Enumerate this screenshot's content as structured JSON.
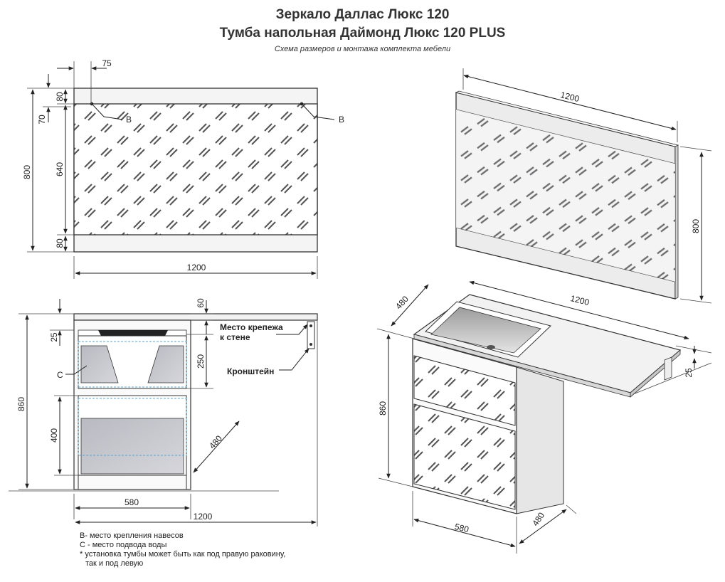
{
  "title1": "Зеркало Даллас Люкс 120",
  "title2": "Тумба напольная Даймонд Люкс 120 PLUS",
  "subtitle": "Схема размеров и монтажа комплекта мебели",
  "mirror_front": {
    "dims": {
      "width": "1200",
      "height": "800",
      "top": "80",
      "bottom": "80",
      "glass": "640",
      "mount_v": "70",
      "mount_h": "75"
    },
    "mount_label": "B"
  },
  "mirror_iso": {
    "width": "1200",
    "height": "800"
  },
  "cabinet_front": {
    "dims": {
      "height": "860",
      "top": "60",
      "gap": "25",
      "drawer1": "250",
      "drawer2": "400",
      "width": "580",
      "total": "1200",
      "depth": "480"
    },
    "water_label": "C",
    "label_mount": [
      "Место крепежа",
      "к стене"
    ],
    "label_bracket": "Кронштейн"
  },
  "cabinet_iso": {
    "depth_top": "480",
    "width_top": "1200",
    "height": "860",
    "thickness": "25",
    "width": "580",
    "depth": "480"
  },
  "notes": [
    "B- место крепления навесов",
    "C - место подвода воды",
    "* установка тумбы может быть как под правую раковину,",
    "так и под левую"
  ]
}
